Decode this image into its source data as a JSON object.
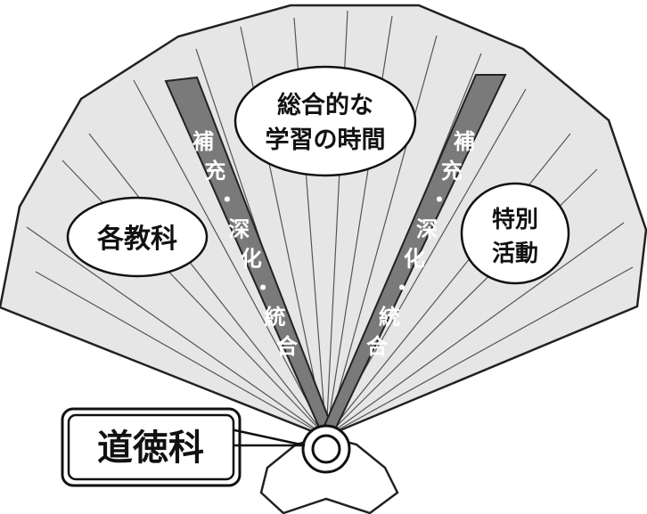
{
  "colors": {
    "fan_fill": "#e6e6e6",
    "stroke": "#222222",
    "band_fill": "#7a7a7a",
    "band_text": "#ffffff",
    "label_fill": "#ffffff",
    "base_fill": "#ffffff"
  },
  "labels": {
    "left": "各教科",
    "center_line1": "総合的な",
    "center_line2": "学習の時間",
    "right_line1": "特別",
    "right_line2": "活動"
  },
  "bands": {
    "left_text": "補充・深化・統合",
    "right_text": "補充・深化・統合"
  },
  "callout": {
    "text": "道徳科"
  }
}
